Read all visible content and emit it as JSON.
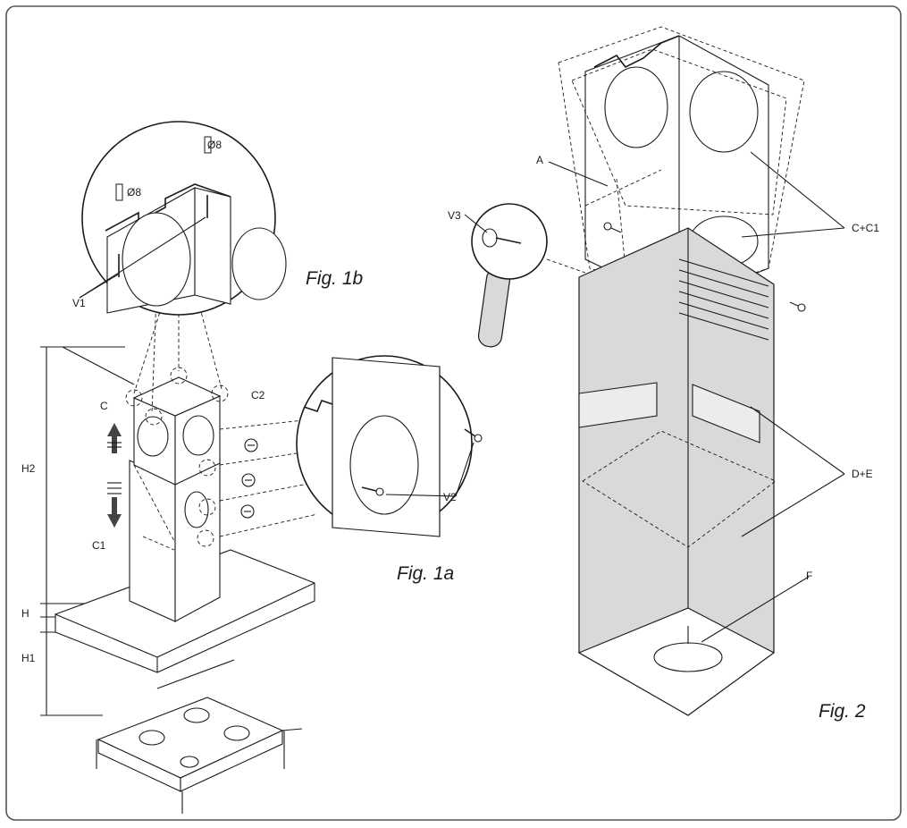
{
  "figures": {
    "fig1a": "Fig. 1a",
    "fig1b": "Fig. 1b",
    "fig2": "Fig. 2"
  },
  "labels": {
    "o8_top": "Ø8",
    "o8_left": "Ø8",
    "v1": "V1",
    "v2": "V2",
    "v3": "V3",
    "c": "C",
    "c1": "C1",
    "c2": "C2",
    "h2": "H2",
    "h": "H",
    "h1": "H1",
    "a": "A",
    "c_c1": "C+C1",
    "d_e": "D+E",
    "f": "F"
  },
  "colors": {
    "hood_fill": "#d9d9d9",
    "light_fill": "#ececec",
    "stroke": "#1a1a1a",
    "frame": "#555555"
  },
  "icons": [
    "screw-icon",
    "wall-plug-icon",
    "up-arrow-icon",
    "down-arrow-icon",
    "magnifier-icon"
  ]
}
